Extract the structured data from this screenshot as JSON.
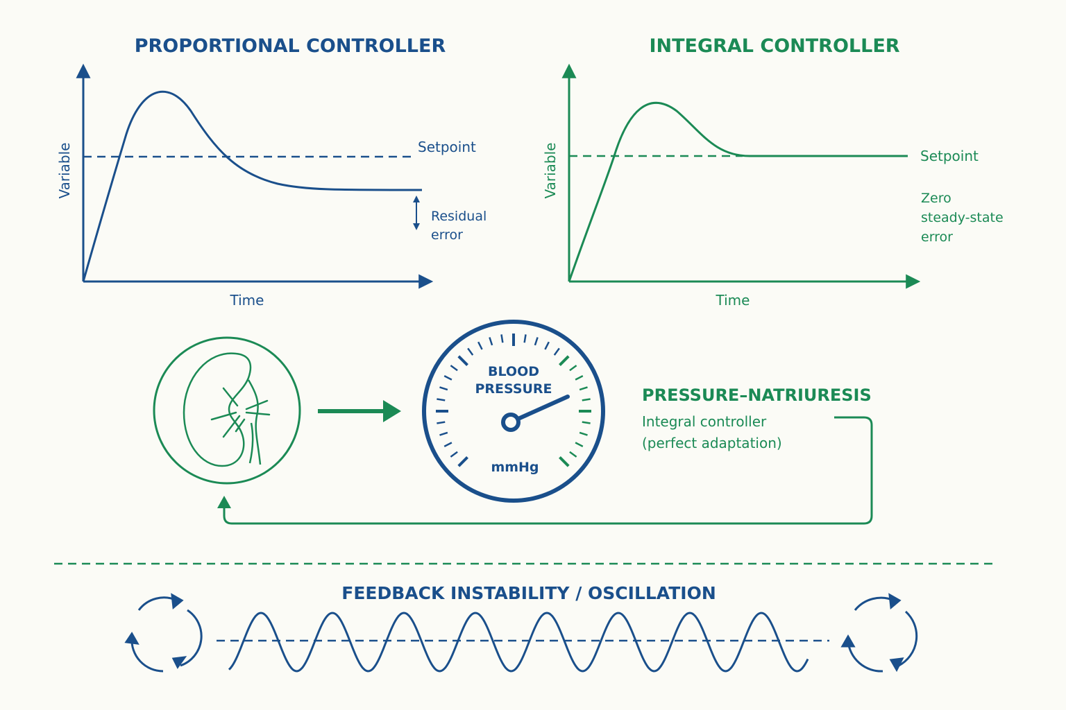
{
  "colors": {
    "blue": "#1a4f8b",
    "green": "#1b8a55",
    "background": "#fbfbf6"
  },
  "proportional": {
    "title": "PROPORTIONAL CONTROLLER",
    "y_label": "Variable",
    "x_label": "Time",
    "setpoint_label": "Setpoint",
    "error_label_line1": "Residual",
    "error_label_line2": "error"
  },
  "integral": {
    "title": "INTEGRAL CONTROLLER",
    "y_label": "Variable",
    "x_label": "Time",
    "setpoint_label": "Setpoint",
    "error_label_line1": "Zero",
    "error_label_line2": "steady-state",
    "error_label_line3": "error"
  },
  "loop": {
    "kidney_icon": "kidney-icon",
    "gauge_label_line1": "BLOOD",
    "gauge_label_line2": "PRESSURE",
    "gauge_unit": "mmHg",
    "mechanism_title": "PRESSURE–NATRIURESIS",
    "mechanism_desc_line1": "Integral controller",
    "mechanism_desc_line2": "(perfect adaptation)"
  },
  "oscillation": {
    "title": "FEEDBACK INSTABILITY / OSCILLATION",
    "cycle_icon": "cycle-arrows-icon"
  }
}
